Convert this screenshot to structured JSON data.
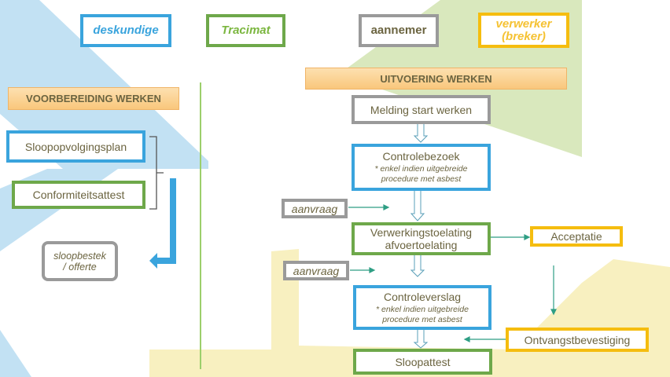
{
  "actors": {
    "deskundige": "deskundige",
    "tracimat": "Tracimat",
    "aannemer": "aannemer",
    "verwerker_line1": "verwerker",
    "verwerker_line2": "(breker)"
  },
  "phases": {
    "preparation": "VOORBEREIDING WERKEN",
    "execution": "UITVOERING WERKEN"
  },
  "preparation": {
    "sloopopvolgingsplan": "Sloopopvolgingsplan",
    "conformiteitsattest": "Conformiteitsattest",
    "sloopbestek_line1": "sloopbestek",
    "sloopbestek_line2": "/ offerte"
  },
  "execution": {
    "melding": "Melding start werken",
    "controlebezoek_title": "Controlebezoek",
    "controlebezoek_note1": "* enkel indien uitgebreide",
    "controlebezoek_note2": "procedure met asbest",
    "aanvraag_1": "aanvraag",
    "verwerking_line1": "Verwerkingstoelating",
    "verwerking_line2": "afvoertoelating",
    "acceptatie": "Acceptatie",
    "aanvraag_2": "aanvraag",
    "controleverslag_title": "Controleverslag",
    "controleverslag_note1": "* enkel indien uitgebreide",
    "controleverslag_note2": "procedure met asbest",
    "ontvangstbevestiging": "Ontvangstbevestiging",
    "sloopattest": "Sloopattest"
  },
  "colors": {
    "deskundige": "#3aa4dd",
    "tracimat": "#6ea84a",
    "aannemer": "#9a9a9a",
    "verwerker": "#f5bd0f",
    "text": "#6b6440"
  }
}
